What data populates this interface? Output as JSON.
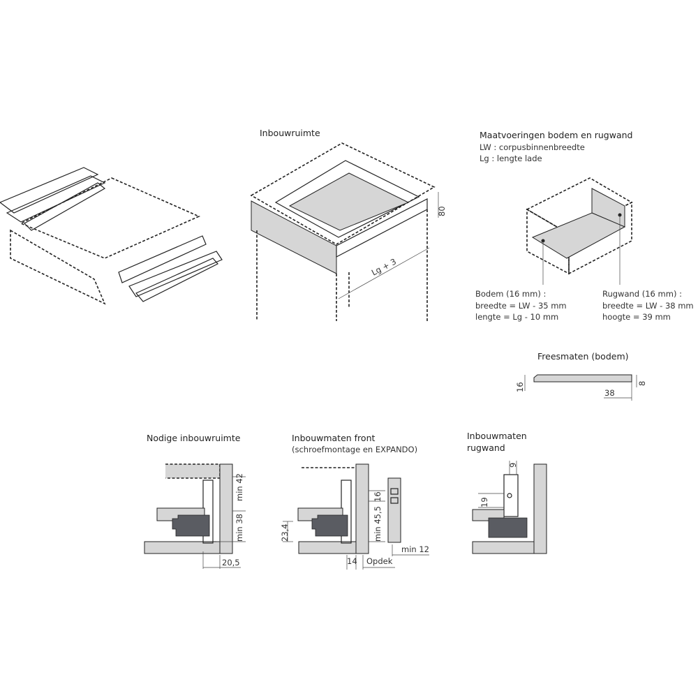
{
  "sections": {
    "inbouwruimte": {
      "title": "Inbouwruimte",
      "dim_height": "80",
      "dim_length": "Lg + 3"
    },
    "maatvoeringen": {
      "title": "Maatvoeringen bodem en rugwand",
      "legend": [
        "LW : corpusbinnenbreedte",
        "Lg : lengte lade"
      ],
      "bodem": [
        "Bodem (16 mm) :",
        "breedte = LW - 35 mm",
        "lengte = Lg - 10 mm"
      ],
      "rugwand": [
        "Rugwand (16 mm) :",
        "breedte = LW - 38 mm",
        "hoogte = 39 mm"
      ]
    },
    "freesmaten": {
      "title": "Freesmaten (bodem)",
      "dim_16": "16",
      "dim_8": "8",
      "dim_38": "38"
    },
    "nodige": {
      "title": "Nodige inbouwruimte",
      "dim_min42": "min 42",
      "dim_min38": "min 38",
      "dim_20_5": "20,5"
    },
    "front": {
      "title": "Inbouwmaten front",
      "subtitle": "(schroefmontage en EXPANDO)",
      "dim_23_4": "23,4",
      "dim_min45_5": "min 45,5",
      "dim_16": "16",
      "dim_14": "14",
      "dim_opdek": "Opdek",
      "dim_min12": "min 12"
    },
    "rugwand": {
      "title_line1": "Inbouwmaten",
      "title_line2": "rugwand",
      "dim_9": "9",
      "dim_19": "19"
    }
  },
  "colors": {
    "panel_gray": "#d6d6d6",
    "runner_dark": "#5a5c62",
    "line": "#222222"
  }
}
